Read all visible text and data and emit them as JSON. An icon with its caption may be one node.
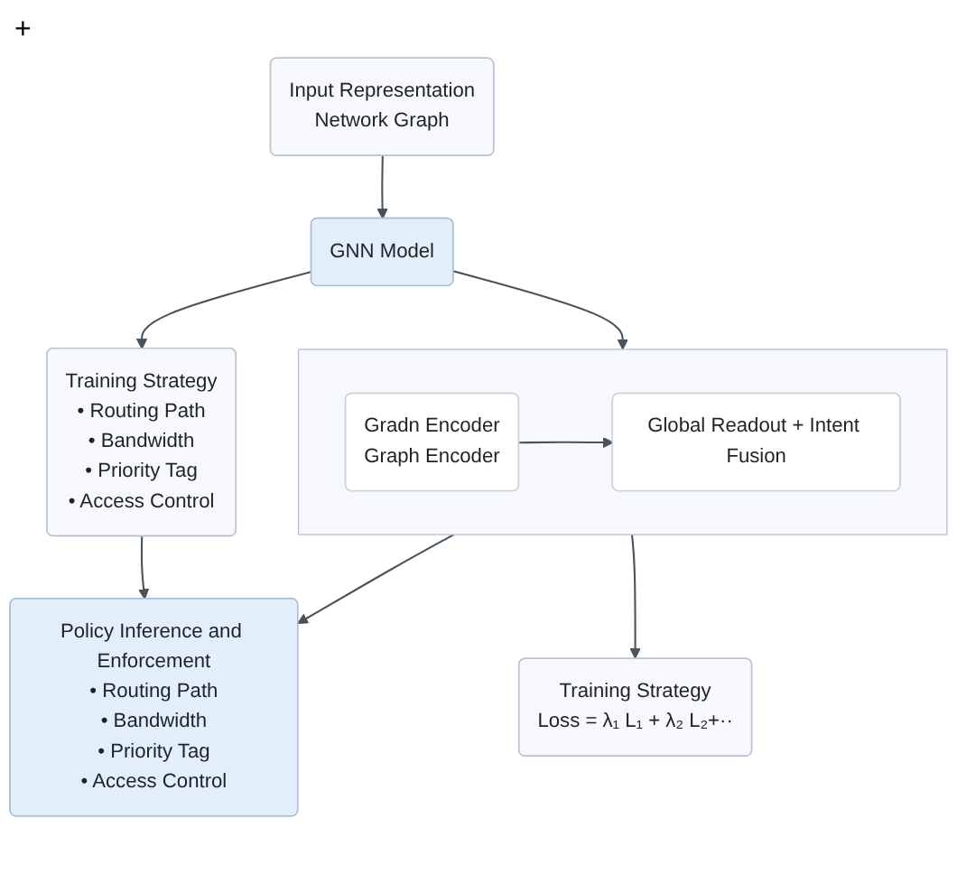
{
  "diagram": {
    "nodes": [
      {
        "text": [
          "Input Representation",
          "Network Graph"
        ]
      },
      {
        "text": [
          "GNN Model"
        ]
      },
      {
        "text": [
          "Training Strategy",
          "• Routing Path",
          "• Bandwidth",
          "• Priority Tag",
          "• Access Control"
        ]
      },
      {
        "text": [],
        "shape": "box"
      },
      {
        "text": [
          "Gradn Encoder",
          "Graph Encoder"
        ],
        "in": 3
      },
      {
        "text": [
          "Global Readout + Intent Fusion"
        ],
        "in": 3
      },
      {
        "text": [
          "Policy Inference and Enforcement",
          "• Routing Path",
          "• Bandwidth",
          "• Priority Tag",
          "• Access Control"
        ]
      },
      {
        "text": [
          "Training Strategy",
          "Loss = λ₁ L₁ + λ₂ L₂+··"
        ]
      }
    ],
    "edges": [
      {
        "from": 0,
        "to": 1,
        "arrow": "to"
      },
      {
        "from": 1,
        "to": 2,
        "arrow": "to"
      },
      {
        "from": 1,
        "to": 3,
        "arrow": "to"
      },
      {
        "from": 2,
        "to": 6,
        "arrow": "to"
      },
      {
        "from": 3,
        "to": 6,
        "arrow": "to"
      },
      {
        "from": 3,
        "to": 7,
        "arrow": "to"
      },
      {
        "from": 4,
        "to": 5,
        "arrow": "to"
      }
    ],
    "labels": [
      "+"
    ]
  }
}
